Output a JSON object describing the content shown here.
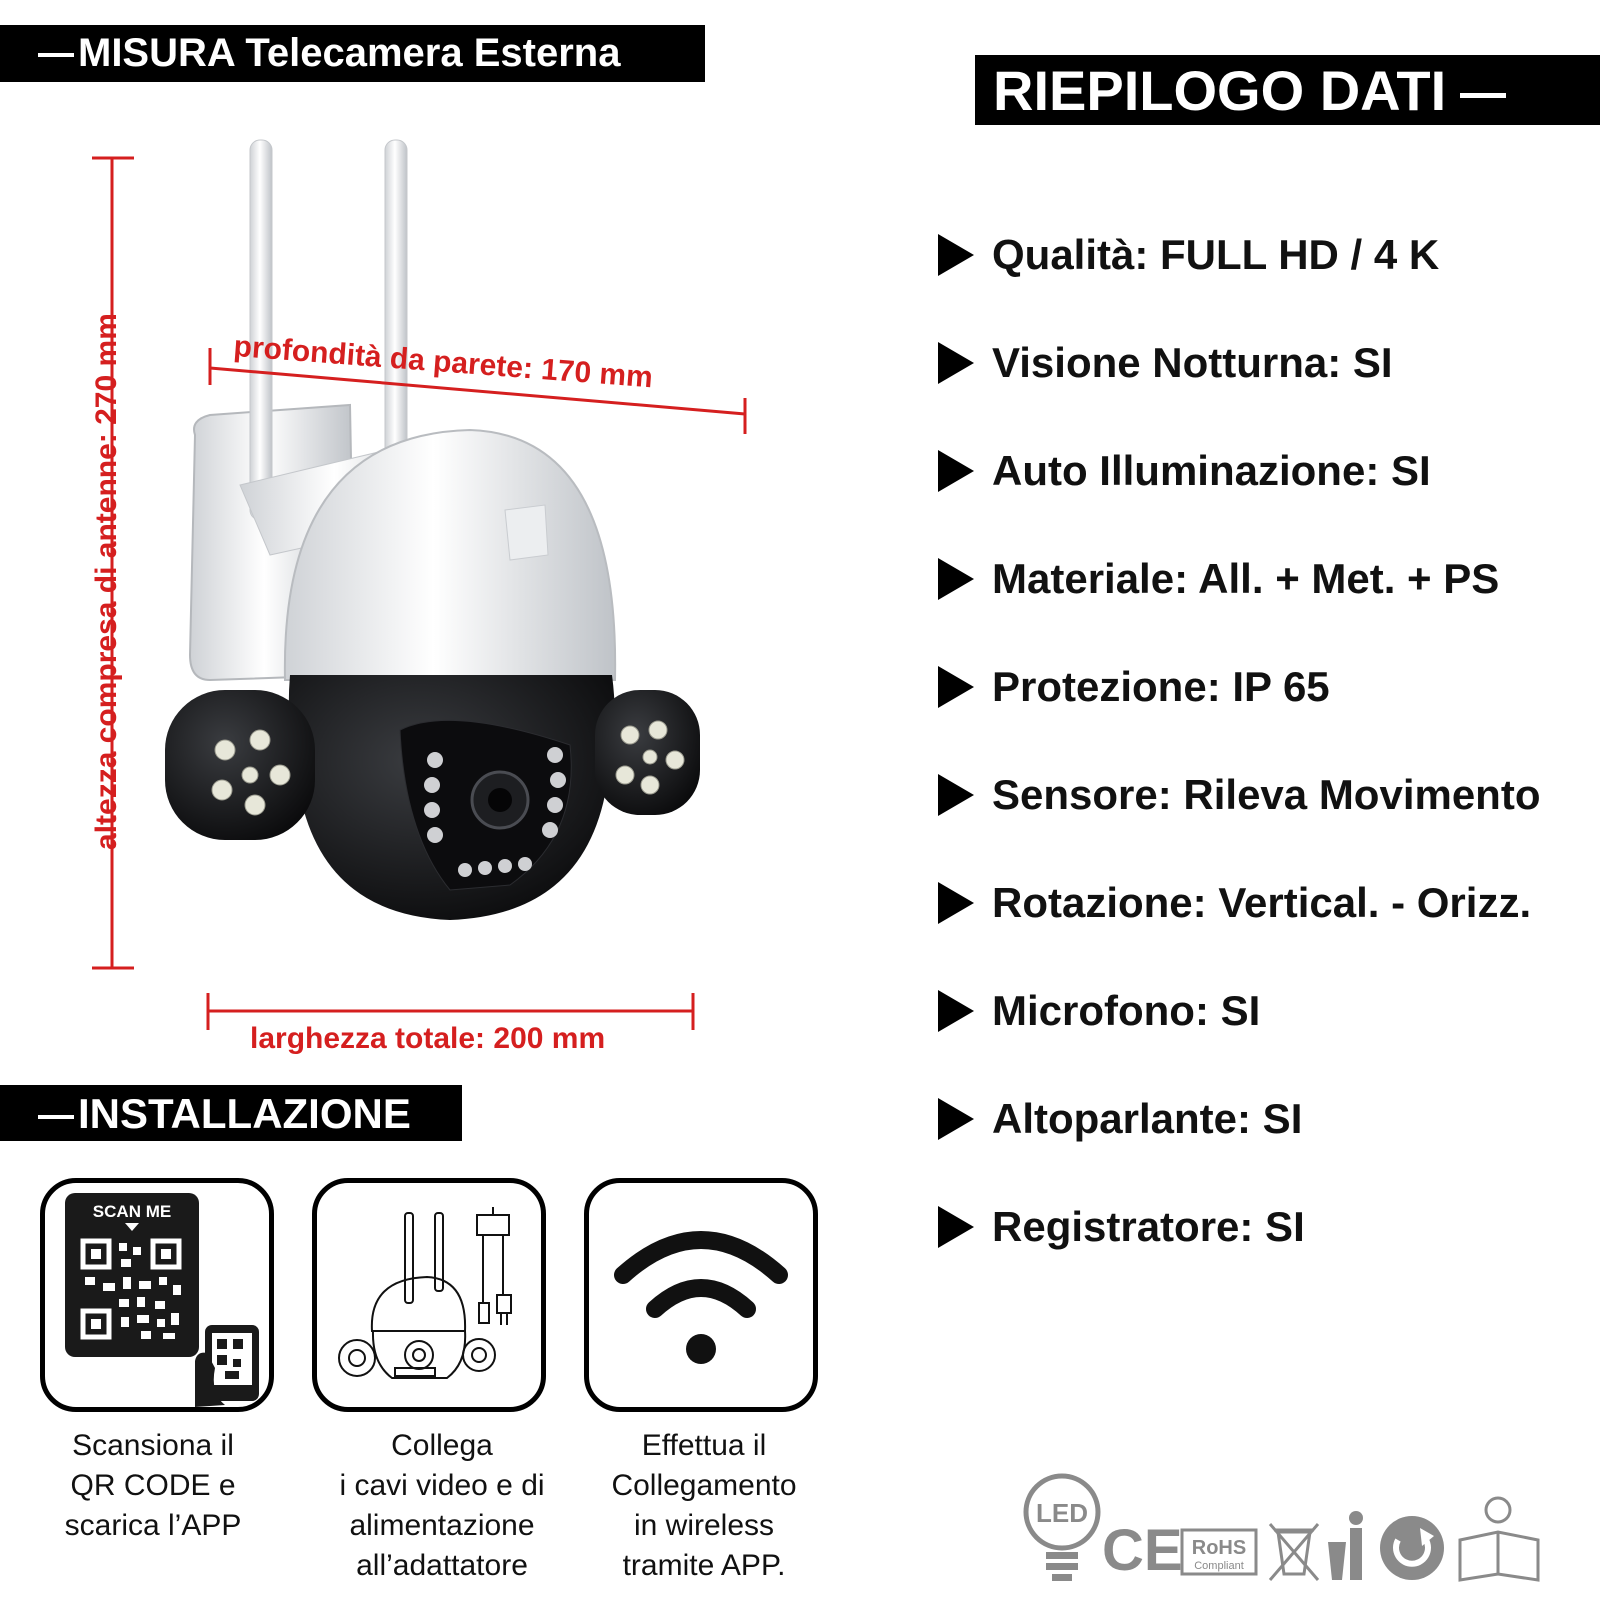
{
  "header_left": "MISURA Telecamera Esterna",
  "header_right": "RIEPILOGO DATI",
  "header_install": "INSTALLAZIONE",
  "dimensions": {
    "height_label": "altezza compresa di antenne:  270 mm",
    "depth_label": "profondità da parete:   170 mm",
    "width_label": "larghezza totale:   200 mm"
  },
  "specs": [
    "Qualità: FULL HD / 4 K",
    "Visione Notturna: SI",
    "Auto Illuminazione: SI",
    "Materiale: All. + Met. + PS",
    "Protezione: IP 65",
    "Sensore: Rileva Movimento",
    "Rotazione: Vertical. - Orizz.",
    "Microfono: SI",
    "Altoparlante: SI",
    "Registratore: SI"
  ],
  "steps": [
    {
      "badge": "SCAN ME",
      "lines": [
        "Scansiona il",
        "QR CODE e",
        "scarica l’APP"
      ]
    },
    {
      "lines": [
        "Collega",
        "i cavi video e di",
        "alimentazione",
        "all’adattatore"
      ]
    },
    {
      "lines": [
        "Effettua il",
        "Collegamento",
        "in wireless",
        "tramite APP."
      ]
    }
  ],
  "certifications": {
    "led": "LED",
    "ce": "CE",
    "rohs": "RoHS",
    "rohs_sub": "Compliant"
  },
  "colors": {
    "accent_red": "#d51f1f",
    "black": "#000000"
  }
}
